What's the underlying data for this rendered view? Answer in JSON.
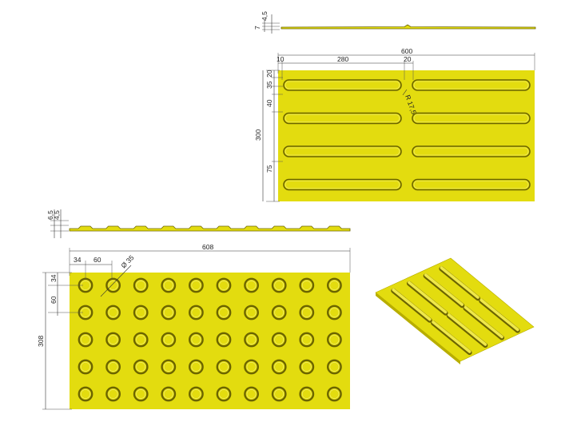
{
  "colors": {
    "plate": "#e3dc0f",
    "plate_edge": "#b8ae00",
    "groove_dark": "#6b6400",
    "dimension_line": "#333333",
    "background": "#ffffff"
  },
  "bar_tile": {
    "profile_dims": [
      "7",
      "4,5"
    ],
    "top_dims": {
      "overall": "600",
      "left_margin": "10",
      "bar_length": "280",
      "gap": "20"
    },
    "left_dims": {
      "top_a": "35",
      "top_b": "20",
      "pitch": "40",
      "height": "300",
      "bottom": "75"
    },
    "radius_label": "R 17,5",
    "bar_rows": 4,
    "bar_cols": 2
  },
  "dot_tile": {
    "profile_dims": [
      "6,5",
      "4,5"
    ],
    "top_dims": {
      "overall": "608",
      "margin": "34",
      "pitch": "60"
    },
    "diameter_label": "Ø 35",
    "left_dims": {
      "margin": "34",
      "pitch": "60",
      "height": "308"
    },
    "dot_rows": 5,
    "dot_cols": 10
  }
}
